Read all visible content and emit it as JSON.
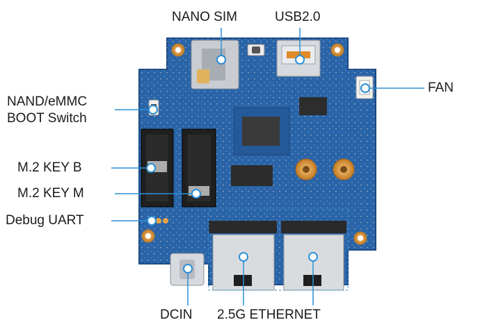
{
  "callouts": {
    "nano_sim": "NANO SIM",
    "usb2": "USB2.0",
    "fan": "FAN",
    "nand_emmc_line1": "NAND/eMMC",
    "nand_emmc_line2": "BOOT Switch",
    "m2_key_b": "M.2 KEY B",
    "m2_key_m": "M.2 KEY M",
    "debug_uart": "Debug UART",
    "dcin": "DCIN",
    "ethernet": "2.5G ETHERNET"
  },
  "colors": {
    "pcb": "#2a64a8",
    "pcb_dark": "#1d4f8c",
    "callout_line": "#2b8fd6",
    "callout_dot": "#2b8fd6",
    "copper_pad": "#e6a24a",
    "connector_black": "#1f1f1f",
    "metal": "#c9ccd1"
  },
  "icons": {
    "callout_marker": "circle-dot-icon",
    "mounting_hole": "mounting-hole-icon"
  }
}
